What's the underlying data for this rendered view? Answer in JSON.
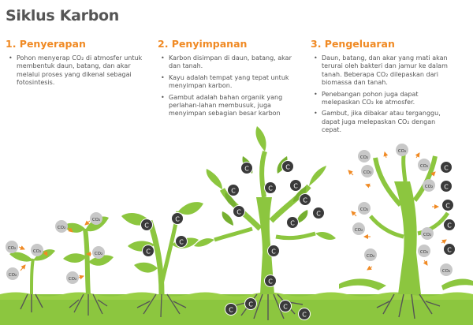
{
  "title": "Siklus Karbon",
  "sections": [
    {
      "heading": "1. Penyerapan",
      "bullets": [
        "Pohon menyerap CO₂ di atmosfer untuk membentuk daun, batang, dan akar melalui proses yang dikenal sebagai fotosintesis."
      ]
    },
    {
      "heading": "2. Penyimpanan",
      "bullets": [
        "Karbon disimpan di daun, batang, akar dan tanah.",
        "Kayu adalah tempat yang tepat untuk menyimpan karbon.",
        "Gambut adalah bahan organik yang perlahan-lahan membusuk, juga menyimpan sebagian besar karbon"
      ]
    },
    {
      "heading": "3. Pengeluaran",
      "bullets": [
        "Daun, batang, dan akar yang mati akan terurai oleh bakteri dan jamur ke dalam tanah. Beberapa CO₂ dilepaskan dari biomassa dan tanah.",
        "Penebangan pohon juga dapat melepaskan CO₂ ke atmosfer.",
        "Gambut, jika dibakar atau terganggu, dapat juga melepaskan CO₂ dengan cepat."
      ]
    }
  ],
  "labels": {
    "co2": "CO₂",
    "carbon": "C"
  },
  "colors": {
    "heading": "#f08a24",
    "text": "#555555",
    "plant": "#8cc63f",
    "plant_dark": "#76b030",
    "ground": "#8cc63f",
    "bubble_gray": "#c8c8c8",
    "bubble_dark": "#3a3a3a",
    "arrow": "#f08a24"
  }
}
